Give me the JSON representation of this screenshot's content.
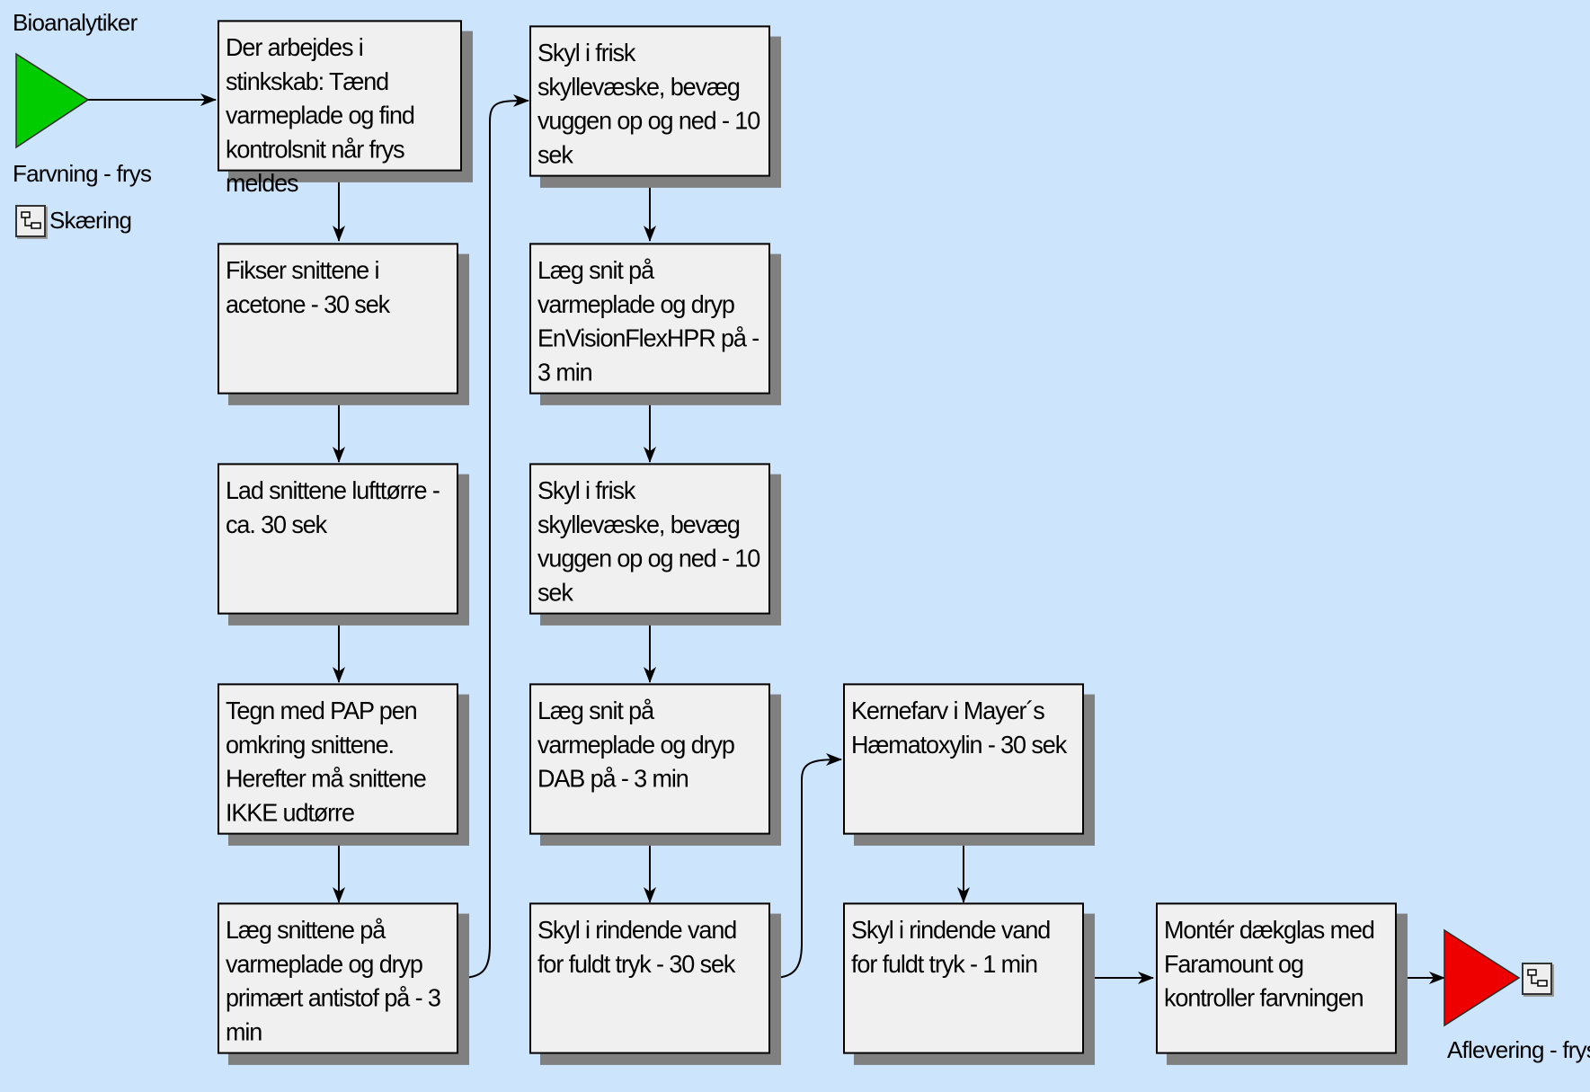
{
  "lane": {
    "role": "Bioanalytiker",
    "start_event": "Farvning - frys",
    "subprocess_link": "Skæring",
    "end_event": "Aflevering - frys"
  },
  "steps": [
    "Der arbejdes i stinkskab: Tænd varmeplade og find kontrolsnit når frys meldes",
    "Fikser snittene i acetone - 30 sek",
    "Lad snittene lufttørre - ca. 30 sek",
    "Tegn med PAP pen omkring snittene. Herefter må snittene IKKE udtørre",
    "Læg snittene på varmeplade og dryp primært antistof på - 3 min",
    "Skyl i frisk skyllevæske, bevæg vuggen op og ned - 10 sek",
    "Læg snit på varmeplade og dryp EnVisionFlexHPR på - 3 min",
    "Skyl i frisk skyllevæske, bevæg vuggen op og ned - 10 sek",
    "Læg snit på varmeplade og dryp DAB på - 3 min",
    "Skyl i rindende vand for fuldt tryk - 30 sek",
    "Kernefarv i Mayer´s Hæmatoxylin - 30 sek",
    "Skyl i rindende vand for fuldt tryk - 1 min",
    "Montér dækglas med Faramount og kontroller farvningen"
  ],
  "colors": {
    "background": "#cce4fc",
    "box_fill": "#f0f0f0",
    "box_shadow": "#808080",
    "start_triangle": "#00cc00",
    "end_triangle": "#ee0000"
  },
  "icons": {
    "subprocess": "subprocess-icon",
    "start": "start-triangle-icon",
    "end": "end-triangle-icon"
  }
}
